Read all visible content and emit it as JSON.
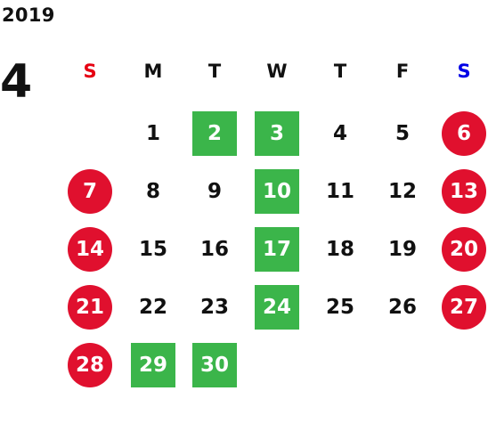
{
  "calendar": {
    "year": "2019",
    "month": "4",
    "weekdays": [
      {
        "label": "S",
        "color": "#e60012"
      },
      {
        "label": "M",
        "color": "#111111"
      },
      {
        "label": "T",
        "color": "#111111"
      },
      {
        "label": "W",
        "color": "#111111"
      },
      {
        "label": "T",
        "color": "#111111"
      },
      {
        "label": "F",
        "color": "#111111"
      },
      {
        "label": "S",
        "color": "#0000e6"
      }
    ],
    "colors": {
      "holiday_circle": "#e0102e",
      "highlight_square": "#3bb54a"
    },
    "weeks": [
      [
        null,
        {
          "d": "1",
          "s": "plain"
        },
        {
          "d": "2",
          "s": "square"
        },
        {
          "d": "3",
          "s": "square"
        },
        {
          "d": "4",
          "s": "plain"
        },
        {
          "d": "5",
          "s": "plain"
        },
        {
          "d": "6",
          "s": "circle"
        }
      ],
      [
        {
          "d": "7",
          "s": "circle"
        },
        {
          "d": "8",
          "s": "plain"
        },
        {
          "d": "9",
          "s": "plain"
        },
        {
          "d": "10",
          "s": "square"
        },
        {
          "d": "11",
          "s": "plain"
        },
        {
          "d": "12",
          "s": "plain"
        },
        {
          "d": "13",
          "s": "circle"
        }
      ],
      [
        {
          "d": "14",
          "s": "circle"
        },
        {
          "d": "15",
          "s": "plain"
        },
        {
          "d": "16",
          "s": "plain"
        },
        {
          "d": "17",
          "s": "square"
        },
        {
          "d": "18",
          "s": "plain"
        },
        {
          "d": "19",
          "s": "plain"
        },
        {
          "d": "20",
          "s": "circle"
        }
      ],
      [
        {
          "d": "21",
          "s": "circle"
        },
        {
          "d": "22",
          "s": "plain"
        },
        {
          "d": "23",
          "s": "plain"
        },
        {
          "d": "24",
          "s": "square"
        },
        {
          "d": "25",
          "s": "plain"
        },
        {
          "d": "26",
          "s": "plain"
        },
        {
          "d": "27",
          "s": "circle"
        }
      ],
      [
        {
          "d": "28",
          "s": "circle"
        },
        {
          "d": "29",
          "s": "square"
        },
        {
          "d": "30",
          "s": "square"
        },
        null,
        null,
        null,
        null
      ]
    ]
  }
}
